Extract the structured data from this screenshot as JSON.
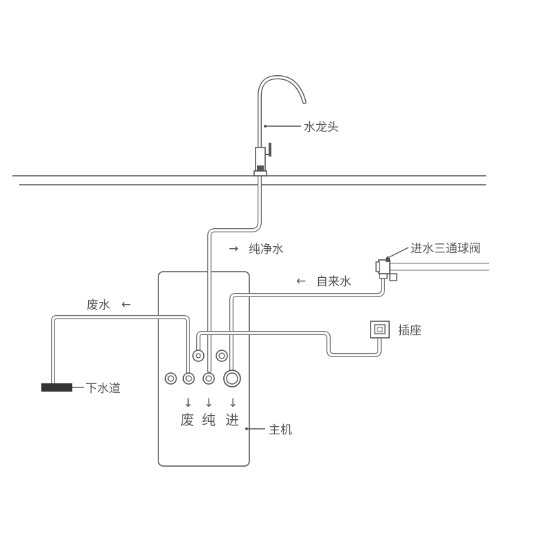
{
  "labels": {
    "faucet": "水龙头",
    "pure_water": "纯净水",
    "inlet_valve": "进水三通球阀",
    "tap_water": "自来水",
    "waste_water": "废水",
    "socket": "插座",
    "drain": "下水道",
    "main_unit": "主机",
    "port_waste": "废",
    "port_pure": "纯",
    "port_inlet": "进"
  },
  "arrows": {
    "right": "→",
    "left": "←",
    "down": "↓"
  },
  "colors": {
    "line": "#555555",
    "pipe": "#666666",
    "drain_block": "#333333",
    "text": "#555555"
  }
}
